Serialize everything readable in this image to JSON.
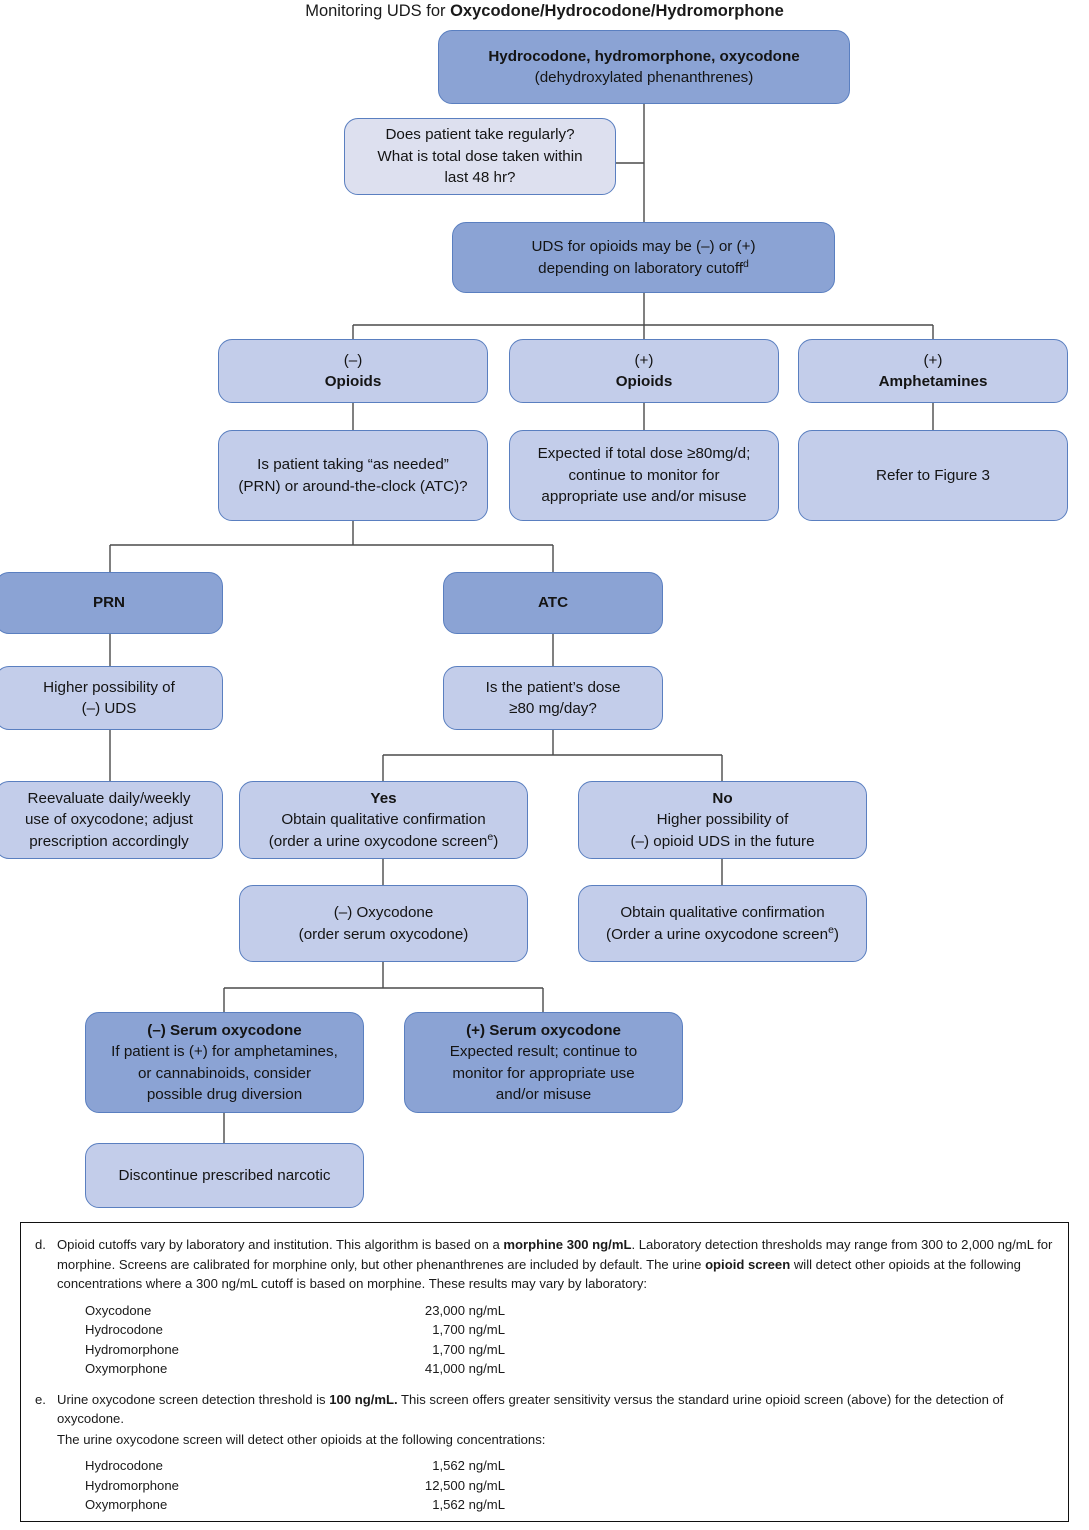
{
  "title": {
    "prefix": "Monitoring UDS for ",
    "bold": "Oxycodone/Hydrocodone/Hydromorphone"
  },
  "nodes": {
    "root": {
      "line1": "Hydrocodone, hydromorphone, oxycodone",
      "line2": "(dehydroxylated phenanthrenes)"
    },
    "question_intake": {
      "line1": "Does patient take regularly?",
      "line2": "What is total dose taken within",
      "line3": "last 48 hr?"
    },
    "uds_result": {
      "line1": "UDS for opioids may be (–) or (+)",
      "line2": "depending on laboratory cutoff",
      "sup": "d"
    },
    "neg_opioids": {
      "line1": "(–)",
      "line2": "Opioids"
    },
    "pos_opioids": {
      "line1": "(+)",
      "line2": "Opioids"
    },
    "pos_amphetamines": {
      "line1": "(+)",
      "line2": "Amphetamines"
    },
    "prn_atc_question": {
      "line1": "Is patient taking “as needed”",
      "line2": "(PRN) or around-the-clock (ATC)?"
    },
    "expected_dose": {
      "line1": "Expected if total dose ≥80mg/d;",
      "line2": "continue to monitor for",
      "line3": "appropriate use and/or misuse"
    },
    "refer_figure3": {
      "line1": "Refer to Figure 3"
    },
    "prn": {
      "line1": "PRN"
    },
    "atc": {
      "line1": "ATC"
    },
    "prn_higher": {
      "line1": "Higher possibility of",
      "line2": "(–) UDS"
    },
    "atc_dose_question": {
      "line1": "Is the patient’s dose",
      "line2": "≥80 mg/day?"
    },
    "reevaluate": {
      "line1": "Reevaluate daily/weekly",
      "line2": "use of oxycodone; adjust",
      "line3": "prescription accordingly"
    },
    "yes_branch": {
      "line1": "Yes",
      "line2": "Obtain qualitative confirmation",
      "line3": "(order a urine oxycodone screen",
      "sup": "e",
      "line3_end": ")"
    },
    "no_branch": {
      "line1": "No",
      "line2": "Higher possibility of",
      "line3": "(–) opioid UDS in the future"
    },
    "neg_oxycodone": {
      "line1": "(–) Oxycodone",
      "line2": "(order serum oxycodone)"
    },
    "obtain_confirmation": {
      "line1": "Obtain qualitative confirmation",
      "line2": "(Order a urine oxycodone screen",
      "sup": "e",
      "line2_end": ")"
    },
    "neg_serum": {
      "line1": "(–) Serum oxycodone",
      "line2": "If patient is (+) for amphetamines,",
      "line3": "or cannabinoids, consider",
      "line4": "possible drug diversion"
    },
    "pos_serum": {
      "line1": "(+) Serum oxycodone",
      "line2": "Expected result; continue to",
      "line3": "monitor for appropriate use",
      "line4": "and/or misuse"
    },
    "discontinue": {
      "line1": "Discontinue prescribed narcotic"
    }
  },
  "footnotes": {
    "d": {
      "marker": "d.",
      "text_a": "Opioid cutoffs vary by laboratory and institution.  This algorithm is based on a ",
      "bold_a": "morphine 300 ng/mL",
      "text_b": ".  Laboratory detection thresholds may range from 300 to 2,000 ng/mL for morphine.  Screens are calibrated for morphine only, but other phenanthrenes are included by default.  The urine ",
      "bold_b": "opioid screen",
      "text_c": " will detect other opioids at the following concentrations where a 300 ng/mL cutoff is based on morphine.  These results may vary by laboratory:",
      "table": [
        {
          "name": "Oxycodone",
          "value": "23,000 ng/mL"
        },
        {
          "name": "Hydrocodone",
          "value": "1,700 ng/mL"
        },
        {
          "name": "Hydromorphone",
          "value": "1,700 ng/mL"
        },
        {
          "name": "Oxymorphone",
          "value": "41,000 ng/mL"
        }
      ]
    },
    "e": {
      "marker": "e.",
      "text_a": "Urine oxycodone screen detection threshold is ",
      "bold_a": "100 ng/mL.",
      "text_b": " This screen offers greater sensitivity versus the standard urine opioid screen (above) for the detection of oxycodone.",
      "text_c": "The urine oxycodone screen will detect other opioids at the following concentrations:",
      "table": [
        {
          "name": "Hydrocodone",
          "value": "1,562 ng/mL"
        },
        {
          "name": "Hydromorphone",
          "value": "12,500 ng/mL"
        },
        {
          "name": "Oxymorphone",
          "value": "1,562 ng/mL"
        }
      ]
    }
  },
  "colors": {
    "fill_dark": "#8ba3d4",
    "fill_mid": "#c3cdea",
    "fill_pale": "#dde0ef",
    "border": "#5a7fc0",
    "connector": "#4a4a4a"
  }
}
